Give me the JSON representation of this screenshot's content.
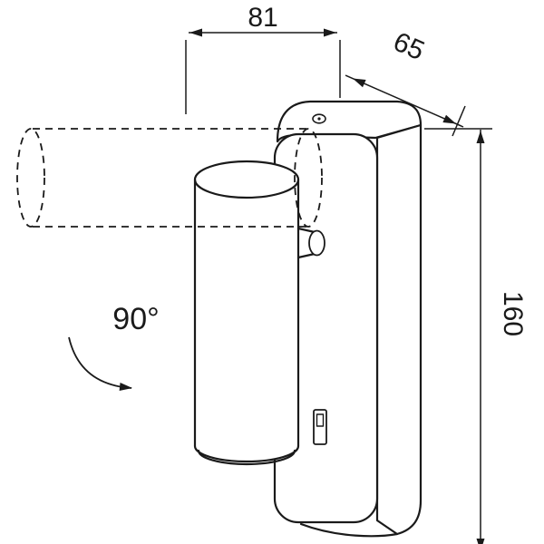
{
  "diagram": {
    "kind": "technical-dimension-drawing",
    "labels": {
      "width": "81",
      "depth": "65",
      "height": "160",
      "rotation": "90°"
    },
    "colors": {
      "background": "#ffffff",
      "line": "#1a1a1a"
    }
  }
}
